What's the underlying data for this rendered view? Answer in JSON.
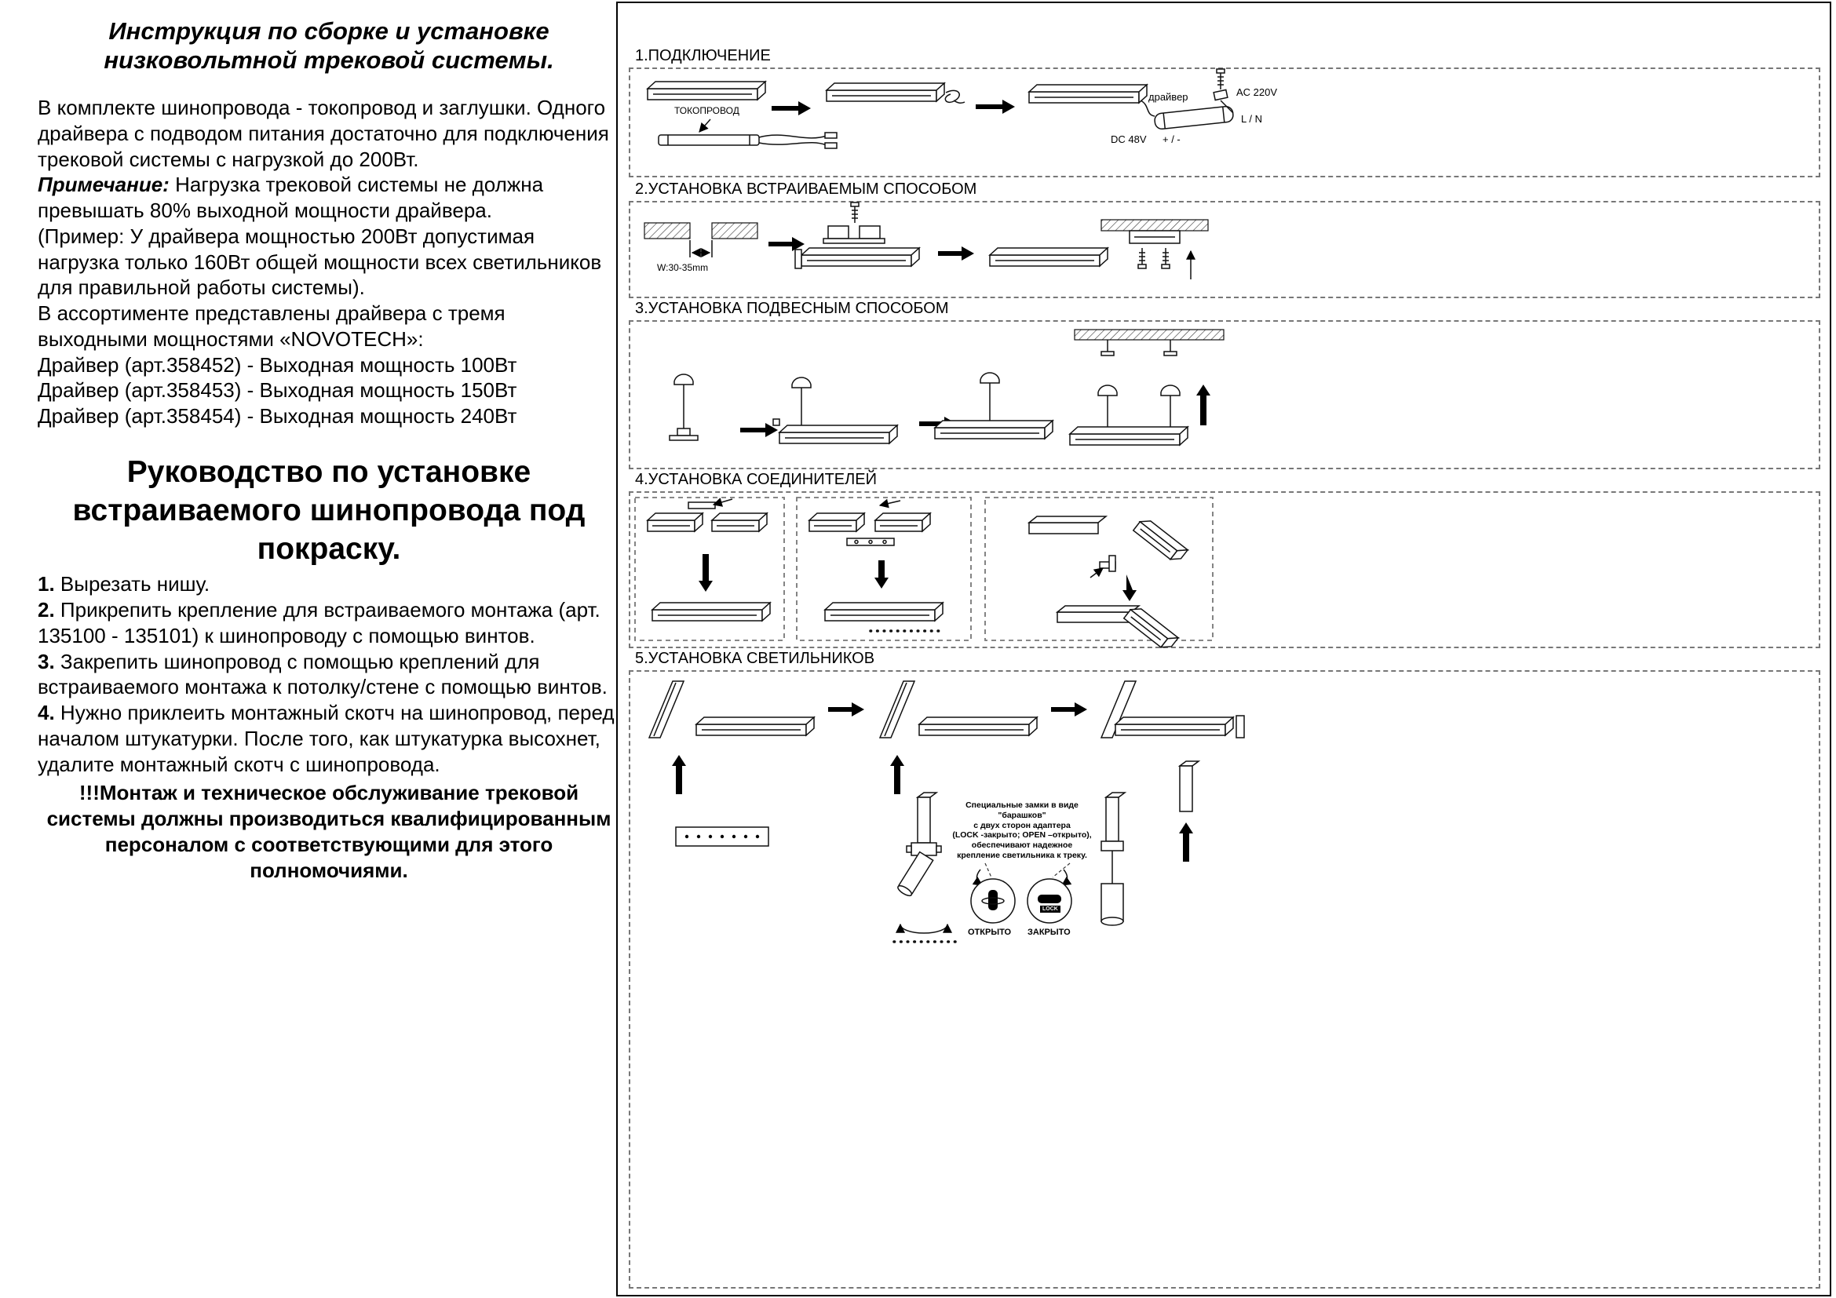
{
  "left": {
    "title": "Инструкция по сборке и установке низковольтной трековой системы.",
    "intro": "В комплекте шинопровода - токопровод и заглушки. Одного драйвера с подводом питания достаточно для подключения трековой системы с нагрузкой до 200Вт.",
    "note_label": "Примечание:",
    "note_text": "Нагрузка трековой системы не должна превышать 80% выходной мощности драйвера.",
    "example": "(Пример: У драйвера мощностью 200Вт допустимая нагрузка только 160Вт общей мощности всех светильников для правильной работы системы).",
    "assortment": "В ассортименте представлены драйвера с тремя выходными мощностями «NOVOTECH»:",
    "drivers": [
      "Драйвер (арт.358452) - Выходная мощность 100Вт",
      "Драйвер (арт.358453) - Выходная мощность 150Вт",
      "Драйвер (арт.358454) - Выходная мощность 240Вт"
    ],
    "guide_heading": "Руководство по установке встраиваемого шинопровода под покраску.",
    "steps": [
      {
        "num": "1.",
        "text": "Вырезать нишу."
      },
      {
        "num": "2.",
        "text": "Прикрепить крепление для встраиваемого монтажа (арт. 135100 - 135101) к шинопроводу с помощью винтов."
      },
      {
        "num": "3.",
        "text": "Закрепить шинопровод с помощью креплений для встраиваемого монтажа к потолку/стене с помощью винтов."
      },
      {
        "num": "4.",
        "text": "Нужно приклеить монтажный скотч на шинопровод, перед началом штукатурки. После того, как штукатурка высохнет, удалите монтажный скотч с шинопровода."
      }
    ],
    "warning": "!!!Монтаж и техническое обслуживание трековой системы должны производиться квалифицированным персоналом с соответствующими для этого полномочиями."
  },
  "sections": {
    "s1": {
      "title": "1.ПОДКЛЮЧЕНИЕ",
      "labels": {
        "tokoprovod": "ТОКОПРОВОД",
        "driver": "драйвер",
        "ac": "AC  220V",
        "ln": "L / N",
        "dc": "DC 48V",
        "pm": "+ / -"
      }
    },
    "s2": {
      "title": "2.УСТАНОВКА ВСТРАИВАЕМЫМ СПОСОБОМ",
      "labels": {
        "width": "W:30-35mm"
      }
    },
    "s3": {
      "title": "3.УСТАНОВКА ПОДВЕСНЫМ СПОСОБОМ"
    },
    "s4": {
      "title": "4.УСТАНОВКА СОЕДИНИТЕЛЕЙ"
    },
    "s5": {
      "title": "5.УСТАНОВКА СВЕТИЛЬНИКОВ",
      "note_lines": [
        "Специальные замки в виде \"барашков\"",
        "с двух сторон адаптера",
        "(LOCK -закрыто; OPEN –открыто),",
        "обеспечивают надежное",
        "крепление светильника к треку."
      ],
      "labels": {
        "open": "ОТКРЫТО",
        "closed": "ЗАКРЫТО",
        "lock": "LOCK"
      }
    }
  }
}
